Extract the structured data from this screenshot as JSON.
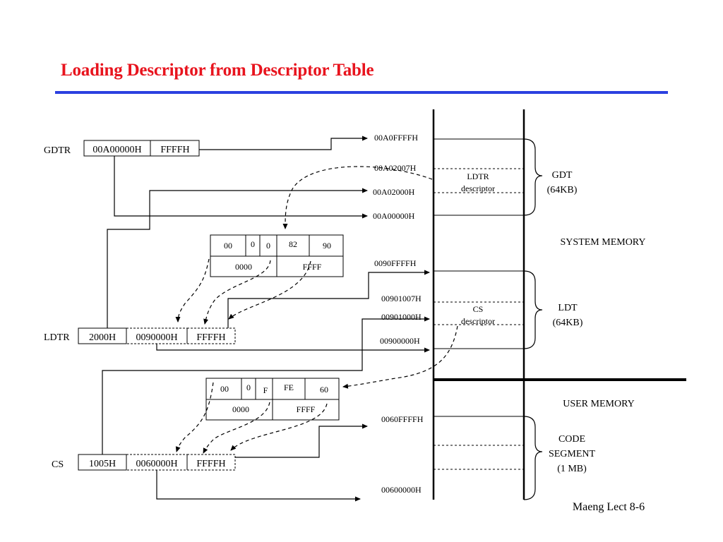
{
  "slide": {
    "title": "Loading Descriptor from Descriptor Table",
    "footer": "Maeng Lect 8-6"
  },
  "colors": {
    "title": "#e8141e",
    "rule": "#2b40e0",
    "ink": "#000000"
  },
  "registers": {
    "gdtr": {
      "name": "GDTR",
      "base": "00A00000H",
      "limit": "FFFFH"
    },
    "ldtr": {
      "name": "LDTR",
      "selector": "2000H",
      "base": "0090000H",
      "limit": "FFFFH"
    },
    "cs": {
      "name": "CS",
      "selector": "1005H",
      "base": "0060000H",
      "limit": "FFFFH"
    }
  },
  "ldt_descriptor": {
    "top": [
      "00",
      "0",
      "0",
      "82",
      "90"
    ],
    "bottom": [
      "0000",
      "FFFF"
    ]
  },
  "cs_descriptor": {
    "top": [
      "00",
      "0",
      "F",
      "FE",
      "60"
    ],
    "bottom": [
      "0000",
      "FFFF"
    ]
  },
  "memory": {
    "addresses": {
      "gdt_top": "00A0FFFFH",
      "gdt_ldtr_top": "00A02007H",
      "gdt_ldtr_base": "00A02000H",
      "gdt_base": "00A00000H",
      "ldt_top": "0090FFFFH",
      "ldt_cs_top": "00901007H",
      "ldt_cs_base": "00901000H",
      "ldt_base": "00900000H",
      "code_top": "0060FFFFH",
      "code_base": "00600000H"
    },
    "entries": {
      "ldtr_desc_line1": "LDTR",
      "ldtr_desc_line2": "descriptor",
      "cs_desc_line1": "CS",
      "cs_desc_line2": "descriptor"
    },
    "labels": {
      "gdt_line1": "GDT",
      "gdt_line2": "(64KB)",
      "system_memory": "SYSTEM MEMORY",
      "ldt_line1": "LDT",
      "ldt_line2": "(64KB)",
      "user_memory": "USER MEMORY",
      "code_line1": "CODE",
      "code_line2": "SEGMENT",
      "code_line3": "(1 MB)"
    }
  }
}
